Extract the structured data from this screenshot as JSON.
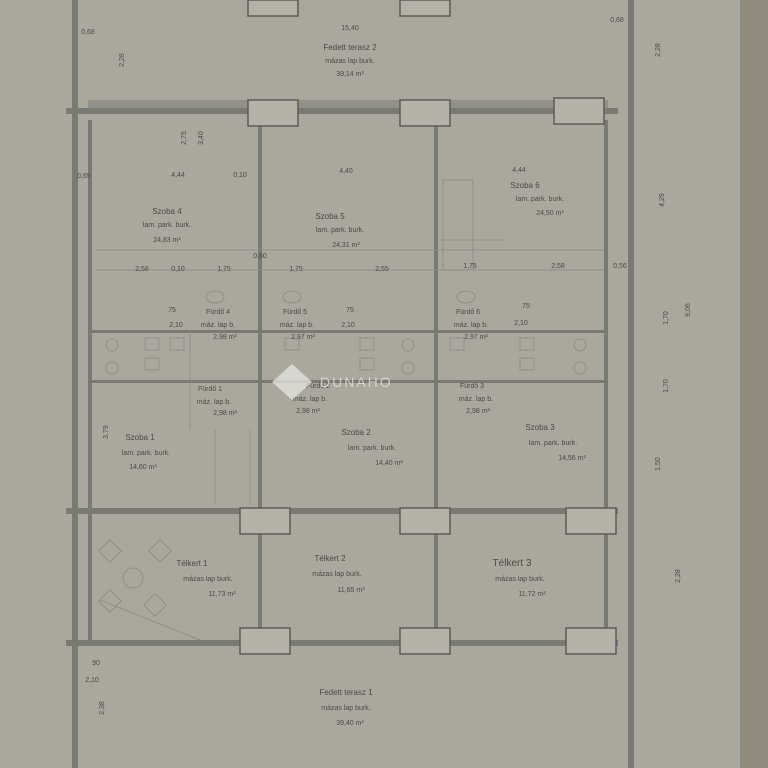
{
  "rooms": {
    "fedett_terasz_2": {
      "name": "Fedett terasz 2",
      "finish": "mázas lap burk.",
      "area": "39,14 m²",
      "width_dim": "15,40"
    },
    "szoba_4": {
      "name": "Szoba 4",
      "finish": "lam. park. burk.",
      "area": "24,83 m²"
    },
    "szoba_5": {
      "name": "Szoba 5",
      "finish": "lam. park. burk.",
      "area": "24,31 m²"
    },
    "szoba_6": {
      "name": "Szoba 6",
      "finish": "lam. park. burk.",
      "area": "24,50 m²"
    },
    "furdo_4": {
      "name": "Fürdő 4",
      "finish": "máz. lap b.",
      "area": "2,98 m²"
    },
    "furdo_5": {
      "name": "Fürdő 5",
      "finish": "máz. lap b.",
      "area": "2,97 m²"
    },
    "furdo_6": {
      "name": "Fürdő 6",
      "finish": "máz. lap b.",
      "area": "2,97 m²"
    },
    "furdo_1": {
      "name": "Fürdő 1",
      "finish": "máz. lap b.",
      "area": "2,98 m²"
    },
    "furdo_2": {
      "name": "Fürdő 2",
      "finish": "máz. lap b.",
      "area": "2,98 m²"
    },
    "furdo_3": {
      "name": "Fürdő 3",
      "finish": "máz. lap b.",
      "area": "2,98 m²"
    },
    "szoba_1": {
      "name": "Szoba 1",
      "finish": "lam. park. burk.",
      "area": "14,60 m²"
    },
    "szoba_2": {
      "name": "Szoba 2",
      "finish": "lam. park. burk.",
      "area": "14,40 m²"
    },
    "szoba_3": {
      "name": "Szoba 3",
      "finish": "lam. park. burk.",
      "area": "14,56 m²"
    },
    "telkert_1": {
      "name": "Télkert 1",
      "finish": "mázas lap burk.",
      "area": "11,73 m²"
    },
    "telkert_2": {
      "name": "Télkert 2",
      "finish": "mázas lap burk.",
      "area": "11,65 m²"
    },
    "telkert_3": {
      "name": "Télkert 3",
      "finish": "mázas lap burk.",
      "area": "11,72 m²"
    },
    "fedett_terasz_1": {
      "name": "Fedett terasz 1",
      "finish": "mázas lap burk.",
      "area": "39,40 m²"
    }
  },
  "dims": {
    "d068": "0,68",
    "d228": "2,28",
    "d065": "0,65",
    "d068b": "0,68",
    "d275": "2,75",
    "d340": "3,40",
    "d444": "4,44",
    "d440": "4,40",
    "d010": "0,10",
    "d060": "0,60",
    "d255": "2,55",
    "d175": "1,75",
    "d258": "2,58",
    "d056": "0,56",
    "d429": "4,29",
    "d170": "1,70",
    "d906": "9,06",
    "d150": "1,50",
    "d075": "75",
    "d210": "2,10",
    "d379": "3,79",
    "d090": "90",
    "d228b": "2,28",
    "d238": "2,38"
  },
  "watermark": "DUNAHO"
}
